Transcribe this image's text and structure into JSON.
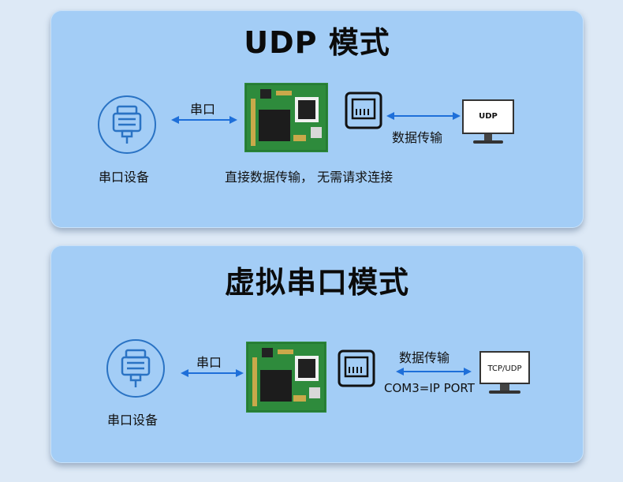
{
  "udp_mode": {
    "title": "UDP 模式",
    "serial_link_label": "串口",
    "device_label": "串口设备",
    "module_caption": "直接数据传输，  无需请求连接",
    "network_link_label": "数据传输",
    "monitor_text": "UDP"
  },
  "virtual_com_mode": {
    "title": "虚拟串口模式",
    "serial_link_label": "串口",
    "device_label": "串口设备",
    "network_link_label": "数据传输",
    "mapping_label": "COM3=IP PORT",
    "monitor_text": "TCP/UDP"
  },
  "colors": {
    "panel": "#a3cdf6",
    "background": "#dde9f6",
    "arrow": "#1e6fd9",
    "icon_stroke": "#2a73c4",
    "pcb_green": "#2e8b3c"
  }
}
